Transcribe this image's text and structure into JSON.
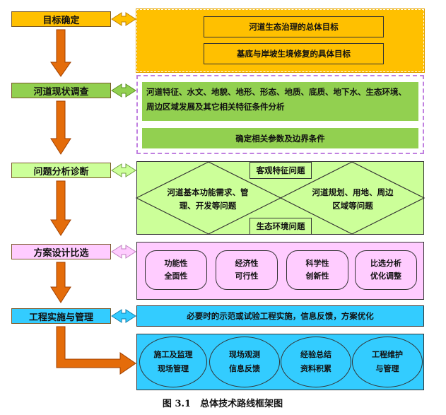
{
  "stages": [
    {
      "label": "目标确定"
    },
    {
      "label": "河道现状调查"
    },
    {
      "label": "问题分析诊断"
    },
    {
      "label": "方案设计比选"
    },
    {
      "label": "工程实施与管理"
    }
  ],
  "goals": {
    "overall": "河道生态治理的总体目标",
    "specific": "基底与岸坡生境修复的具体目标"
  },
  "survey": {
    "features": "河道特征、水文、地貌、地形、形态、地质、底质、地下水、生态环境、周边区域发展及其它相关特征条件分析",
    "params": "确定相关参数及边界条件"
  },
  "diagnosis": {
    "objective": "客观特征问题",
    "eco": "生态环境问题",
    "left": "河道基本功能需求、管理、开发等问题",
    "right": "河道规划、用地、周边区域等问题"
  },
  "design": {
    "items": [
      {
        "l1": "功能性",
        "l2": "全面性"
      },
      {
        "l1": "经济性",
        "l2": "可行性"
      },
      {
        "l1": "科学性",
        "l2": "创新性"
      },
      {
        "l1": "比选分析",
        "l2": "优化调整"
      }
    ]
  },
  "implementation": {
    "top": "必要时的示范或试验工程实施，信息反馈，方案优化",
    "items": [
      {
        "l1": "施工及监理",
        "l2": "现场管理"
      },
      {
        "l1": "现场观测",
        "l2": "信息反馈"
      },
      {
        "l1": "经验总结",
        "l2": "资料积累"
      },
      {
        "l1": "工程维护",
        "l2": "与管理"
      }
    ]
  },
  "caption": "图 3.1　总体技术路线框架图",
  "colors": {
    "orange": "#ffc000",
    "green": "#92d050",
    "lightgreen": "#ccff99",
    "pink": "#ffccff",
    "cyan": "#33ccff",
    "arrow": "#e46c0a"
  }
}
